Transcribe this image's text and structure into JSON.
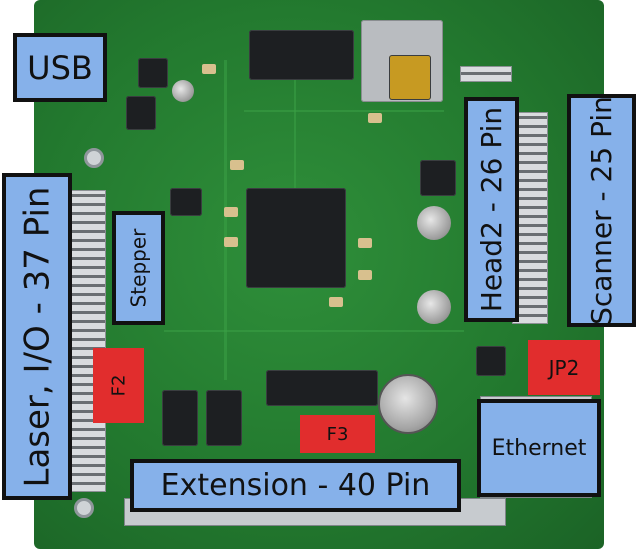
{
  "labels": {
    "usb": "USB",
    "laser_io": "Laser, I/O - 37 Pin",
    "stepper": "Stepper",
    "f2": "F2",
    "f3": "F3",
    "extension": "Extension - 40 Pin",
    "head2": "Head2 - 26 Pin",
    "scanner": "Scanner - 25 Pin",
    "jp2": "JP2",
    "ethernet": "Ethernet"
  },
  "colors": {
    "label_blue": "#86b1ea",
    "label_red": "#e12d2d",
    "pcb_green": "#237a2f"
  }
}
